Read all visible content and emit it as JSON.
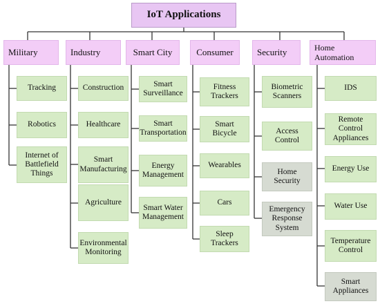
{
  "title": "IoT Applications",
  "categories": [
    {
      "label": "Military",
      "items": [
        "Tracking",
        "Robotics",
        "Internet of Battlefield Things"
      ]
    },
    {
      "label": "Industry",
      "items": [
        "Construction",
        "Healthcare",
        "Smart Manufacturing",
        "Agriculture",
        "Environmental Monitoring"
      ]
    },
    {
      "label": "Smart City",
      "items": [
        "Smart Surveillance",
        "Smart Transportation",
        "Energy Management",
        "Smart Water Management"
      ]
    },
    {
      "label": "Consumer",
      "items": [
        "Fitness Trackers",
        "Smart Bicycle",
        "Wearables",
        "Cars",
        "Sleep Trackers"
      ]
    },
    {
      "label": "Security",
      "items": [
        "Biometric Scanners",
        "Access Control",
        "Home Security",
        "Emergency Response System"
      ]
    },
    {
      "label": "Home Automation",
      "items": [
        "IDS",
        "Remote Control Appliances",
        "Energy Use",
        "Water Use",
        "Temperature Control",
        "Smart Appliances"
      ]
    }
  ],
  "colors": {
    "root_fill": "#e8c6f3",
    "category_fill": "#f3cdf7",
    "leaf_fill": "#d6ebc6",
    "leaf_grey_fill": "#d6dbd2",
    "connector": "#333333"
  }
}
